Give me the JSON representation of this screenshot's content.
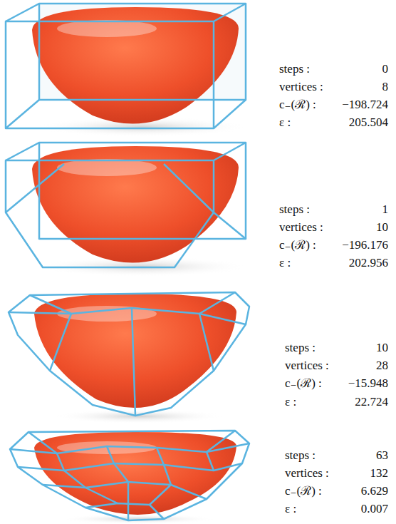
{
  "diagram": {
    "labels": [
      "steps :",
      "0",
      "vertices :",
      "8",
      "c₋(ℛ) :",
      "−198.724",
      "ε :",
      "205.504",
      "steps :",
      "1",
      "vertices :",
      "10",
      "c₋(ℛ) :",
      "−196.176",
      "ε :",
      "202.956",
      "steps :",
      "10",
      "vertices :",
      "28",
      "c₋(ℛ) :",
      "−15.948",
      "ε :",
      "22.724",
      "steps :",
      "63",
      "vertices :",
      "132",
      "c₋(ℛ) :",
      "6.629",
      "ε :",
      "0.007"
    ]
  }
}
